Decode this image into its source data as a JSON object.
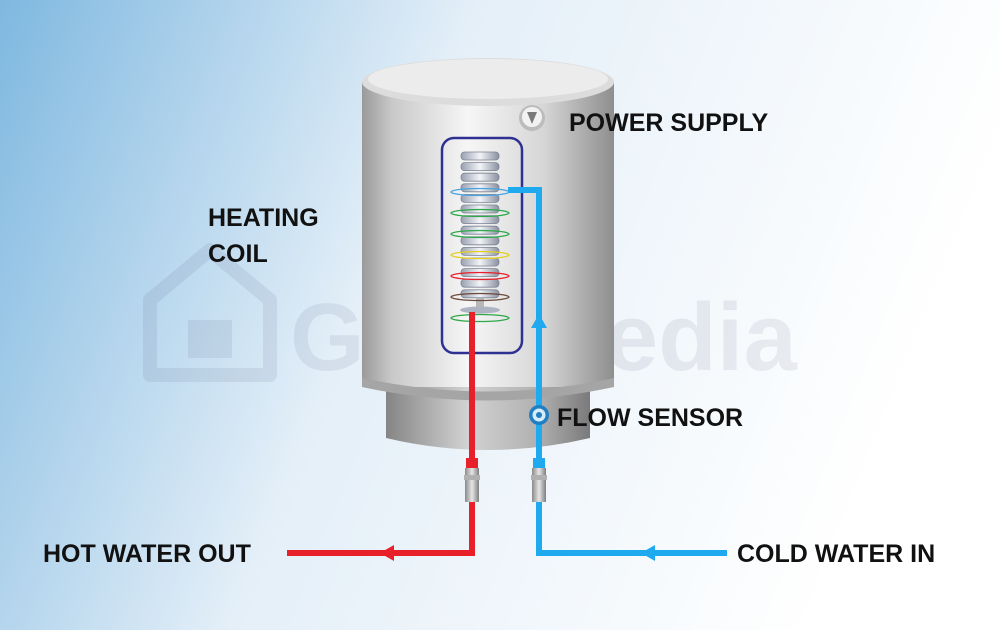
{
  "labels": {
    "power_supply": "POWER SUPPLY",
    "heating_coil_line1": "HEATING",
    "heating_coil_line2": "COIL",
    "flow_sensor": "FLOW SENSOR",
    "hot_water_out": "HOT WATER OUT",
    "cold_water_in": "COLD WATER IN"
  },
  "watermark": {
    "text": "Ghar Pedia",
    "icon": "house-icon"
  },
  "colors": {
    "hot_pipe": "#e8202a",
    "cold_pipe": "#1fa9ee",
    "coil_frame": "#2e3192",
    "background_left": "#7fb8e0",
    "background_right": "#ffffff",
    "label_text": "#111111"
  },
  "coil_ring_colors": [
    "#47a4e0",
    "#2ea84a",
    "#2ea84a",
    "#e3cf20",
    "#e8202a",
    "#6b4a3a",
    "#2ea84a"
  ]
}
